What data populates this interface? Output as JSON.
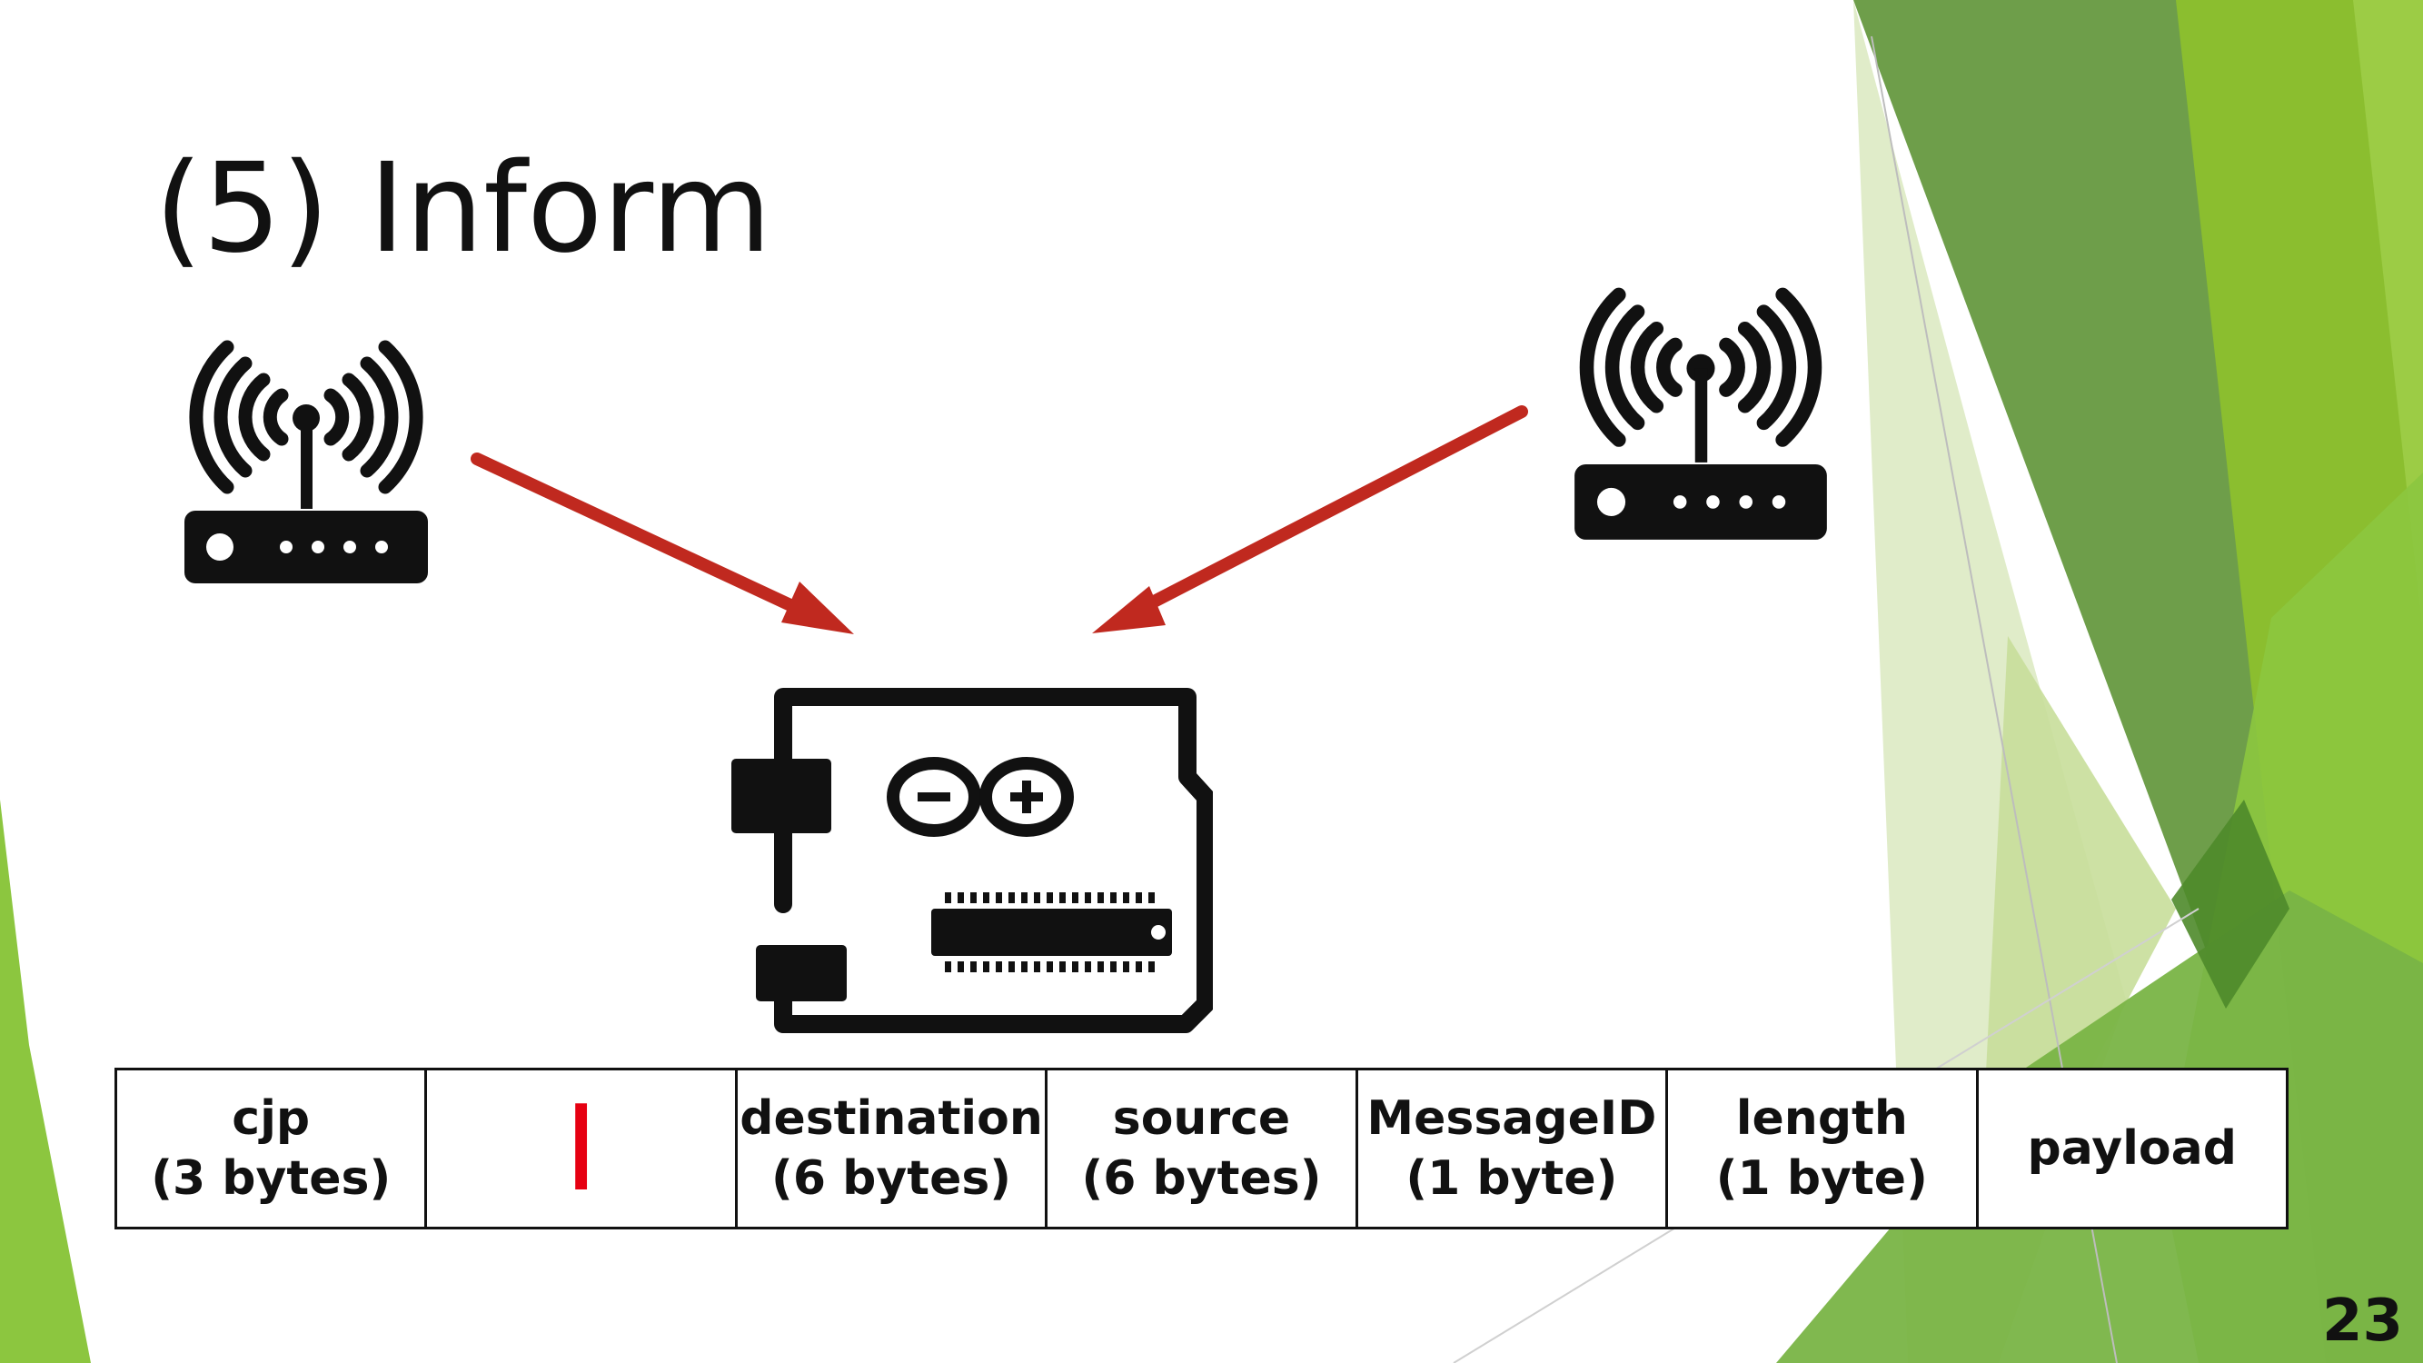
{
  "slide": {
    "title": "(5) Inform",
    "page_number": "23"
  },
  "icons": {
    "left_router": "wifi-router-icon",
    "right_router": "wifi-router-icon",
    "board": "arduino-board-icon",
    "arrows": "red-arrow-icon"
  },
  "colors": {
    "arrow": "#c0291f",
    "marker": "#e60012",
    "accent_green": "#8cc63f",
    "dark_green": "#5f9e3a"
  },
  "packet": {
    "fields": [
      {
        "line1": "cjp",
        "line2": "(3 bytes)"
      },
      {
        "marker": "I"
      },
      {
        "line1": "destination",
        "line2": "(6 bytes)"
      },
      {
        "line1": "source",
        "line2": "(6 bytes)"
      },
      {
        "line1": "MessageID",
        "line2": "(1 byte)"
      },
      {
        "line1": "length",
        "line2": "(1 byte)"
      },
      {
        "line1": "payload"
      }
    ]
  }
}
